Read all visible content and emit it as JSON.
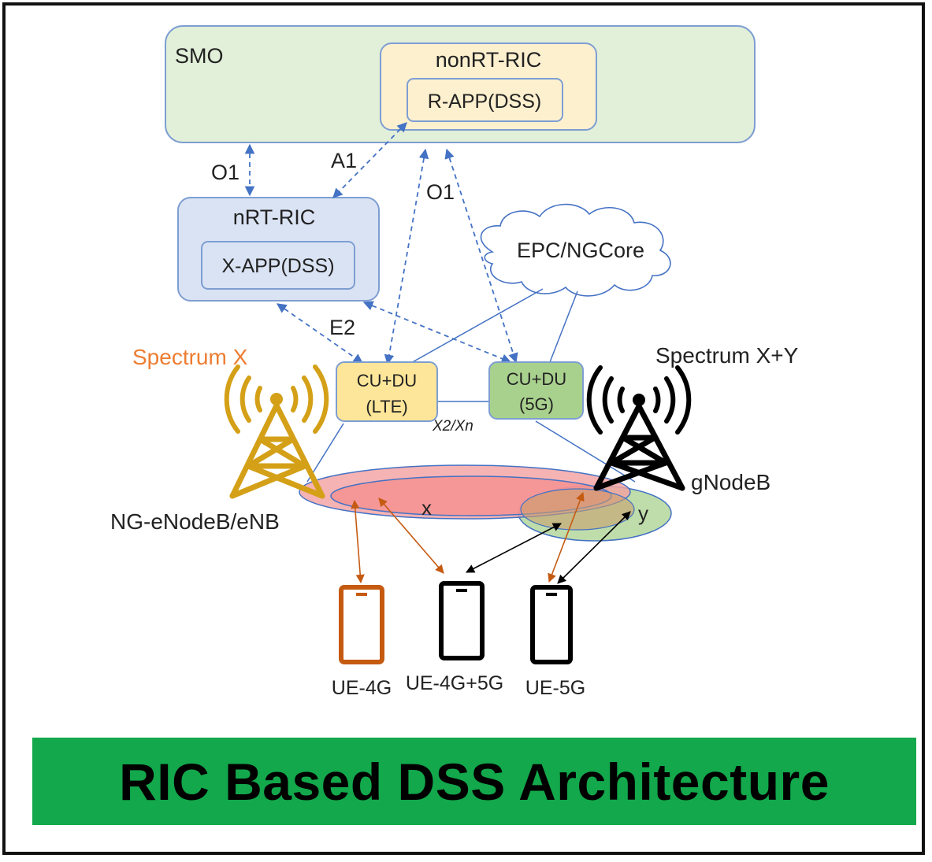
{
  "diagram": {
    "smo": {
      "label": "SMO",
      "color": "#e2efd9",
      "border": "#7e9ed2"
    },
    "nonrt_ric": {
      "label": "nonRT-RIC",
      "color": "#fdf0cf",
      "border": "#7e9ed2"
    },
    "rapp": {
      "label": "R-APP(DSS)"
    },
    "nrt_ric": {
      "label": "nRT-RIC",
      "color": "#dae3f3",
      "border": "#7e9ed2"
    },
    "xapp": {
      "label": "X-APP(DSS)"
    },
    "interfaces": {
      "o1_left": "O1",
      "a1": "A1",
      "o1_mid": "O1",
      "e2": "E2",
      "x2xn": "X2/Xn"
    },
    "core": {
      "label": "EPC/NGCore"
    },
    "cu_lte": {
      "line1": "CU+DU",
      "line2": "(LTE)",
      "color": "#fde699"
    },
    "cu_5g": {
      "line1": "CU+DU",
      "line2": "(5G)",
      "color": "#a9d18e"
    },
    "spectrum_x": {
      "label": "Spectrum X",
      "color": "#ed7d31"
    },
    "spectrum_xy": {
      "label": "Spectrum X+Y"
    },
    "enb": {
      "label": "NG-eNodeB/eNB",
      "tower_color": "#d4a017"
    },
    "gnb": {
      "label": "gNodeB",
      "tower_color": "#000000"
    },
    "cells": {
      "x_label": "x",
      "y_label": "y"
    },
    "ues": [
      {
        "label": "UE-4G",
        "color": "#c55a11"
      },
      {
        "label": "UE-4G+5G",
        "color": "#000000"
      },
      {
        "label": "UE-5G",
        "color": "#000000"
      }
    ]
  },
  "banner": {
    "title": "RIC Based DSS Architecture",
    "color": "#12a84b"
  }
}
